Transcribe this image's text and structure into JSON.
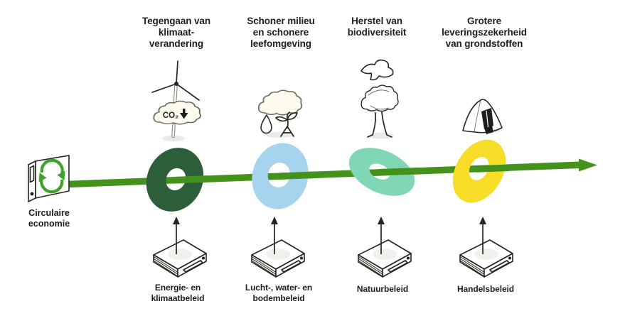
{
  "diagram": {
    "source": {
      "label_lines": [
        "Circulaire",
        "economie"
      ],
      "icon": "circular-economy-binder-icon"
    },
    "arrow": {
      "color": "#44921c"
    },
    "goals": [
      {
        "title_lines": [
          "Tegengaan van",
          "klimaat-",
          "verandering"
        ],
        "icon": "wind-turbine-co2-icon",
        "icon_text": "CO₂",
        "ring_color": "#2c5e3a",
        "policy_lines": [
          "Energie- en",
          "klimaatbeleid"
        ]
      },
      {
        "title_lines": [
          "Schoner milieu",
          "en schonere",
          "leefomgeving"
        ],
        "icon": "cloud-droplet-sprout-icon",
        "ring_color": "#a6d4ee",
        "policy_lines": [
          "Lucht-, water- en",
          "bodembeleid"
        ]
      },
      {
        "title_lines": [
          "Herstel van",
          "biodiversiteit"
        ],
        "icon": "bird-tree-icon",
        "ring_color": "#7fd7b5",
        "policy_lines": [
          "Natuurbeleid"
        ]
      },
      {
        "title_lines": [
          "Grotere",
          "leveringszekerheid",
          "van grondstoffen"
        ],
        "icon": "raw-materials-heap-icon",
        "ring_color": "#f7dc28",
        "policy_lines": [
          "Handelsbeleid"
        ]
      }
    ],
    "colors": {
      "recycle_green": "#3fa42c"
    }
  }
}
